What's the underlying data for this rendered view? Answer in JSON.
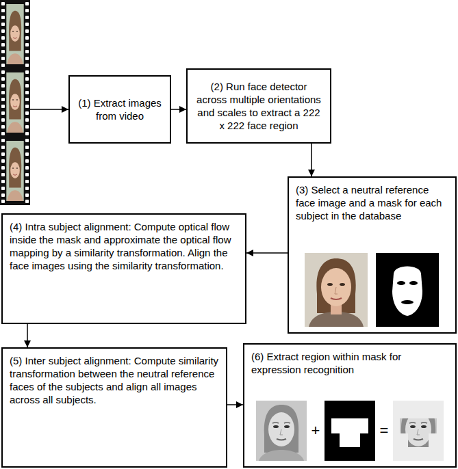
{
  "diagram": {
    "nodes": [
      {
        "text": [
          "(1) Extract images from video"
        ]
      },
      {
        "text": [
          "(2) Run face detector across multiple orientations and scales to extract a 222 x 222 face region"
        ]
      },
      {
        "text": [
          "(3) Select a neutral reference face image and a mask for each subject in the database"
        ]
      },
      {
        "text": [
          "(4) Intra subject alignment: Compute optical flow inside the mask and approximate the optical flow mapping by a similarity transformation. Align the face images using the similarity transformation."
        ]
      },
      {
        "text": [
          "(5) Inter subject alignment: Compute similarity transformation between the neutral reference faces of the subjects and align all images across all subjects."
        ]
      },
      {
        "text": [
          "(6) Extract region within mask for expression recognition"
        ]
      }
    ],
    "edges": [
      {
        "from": 0,
        "to": 1,
        "arrow": "to"
      },
      {
        "from": 1,
        "to": 2,
        "arrow": "to"
      },
      {
        "from": 2,
        "to": 3,
        "arrow": "to"
      },
      {
        "from": 3,
        "to": 4,
        "arrow": "to"
      },
      {
        "from": 4,
        "to": 5,
        "arrow": "to"
      }
    ],
    "labels": [
      "+",
      "="
    ]
  }
}
